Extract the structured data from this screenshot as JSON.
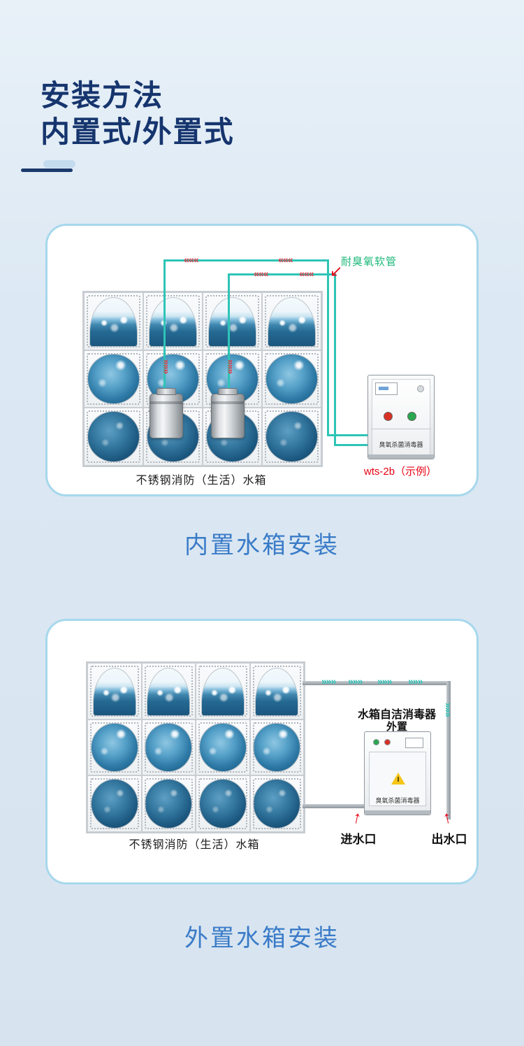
{
  "header": {
    "title_line1": "安装方法",
    "title_line2": "内置式/外置式"
  },
  "glyphs": {
    "flow_left": "«««",
    "flow_right": "»»»",
    "hose_pointer": "↙",
    "up_arrow": "↑"
  },
  "internal_install": {
    "hose_label": "耐臭氧软管",
    "sterilizer_label": "臭氧杀菌消毒器",
    "model_text": "wts-2b（示例）",
    "tank_label": "不锈钢消防（生活）水箱",
    "caption": "内置水箱安装"
  },
  "external_install": {
    "unit_title": "水箱自洁消毒器",
    "unit_subtitle": "外置",
    "sterilizer_label": "臭氧杀菌消毒器",
    "inlet_label": "进水口",
    "outlet_label": "出水口",
    "tank_label": "不锈钢消防（生活）水箱",
    "caption": "外置水箱安装"
  },
  "colors": {
    "title_navy": "#16356e",
    "caption_blue": "#3a7bc8",
    "hose_teal": "#2ec4b6",
    "pipe_gray": "#a5adb4",
    "hose_label_green": "#1db87a",
    "alert_red": "#e60012",
    "card_border": "#a6d8ec",
    "page_background": "#dce8f3"
  }
}
